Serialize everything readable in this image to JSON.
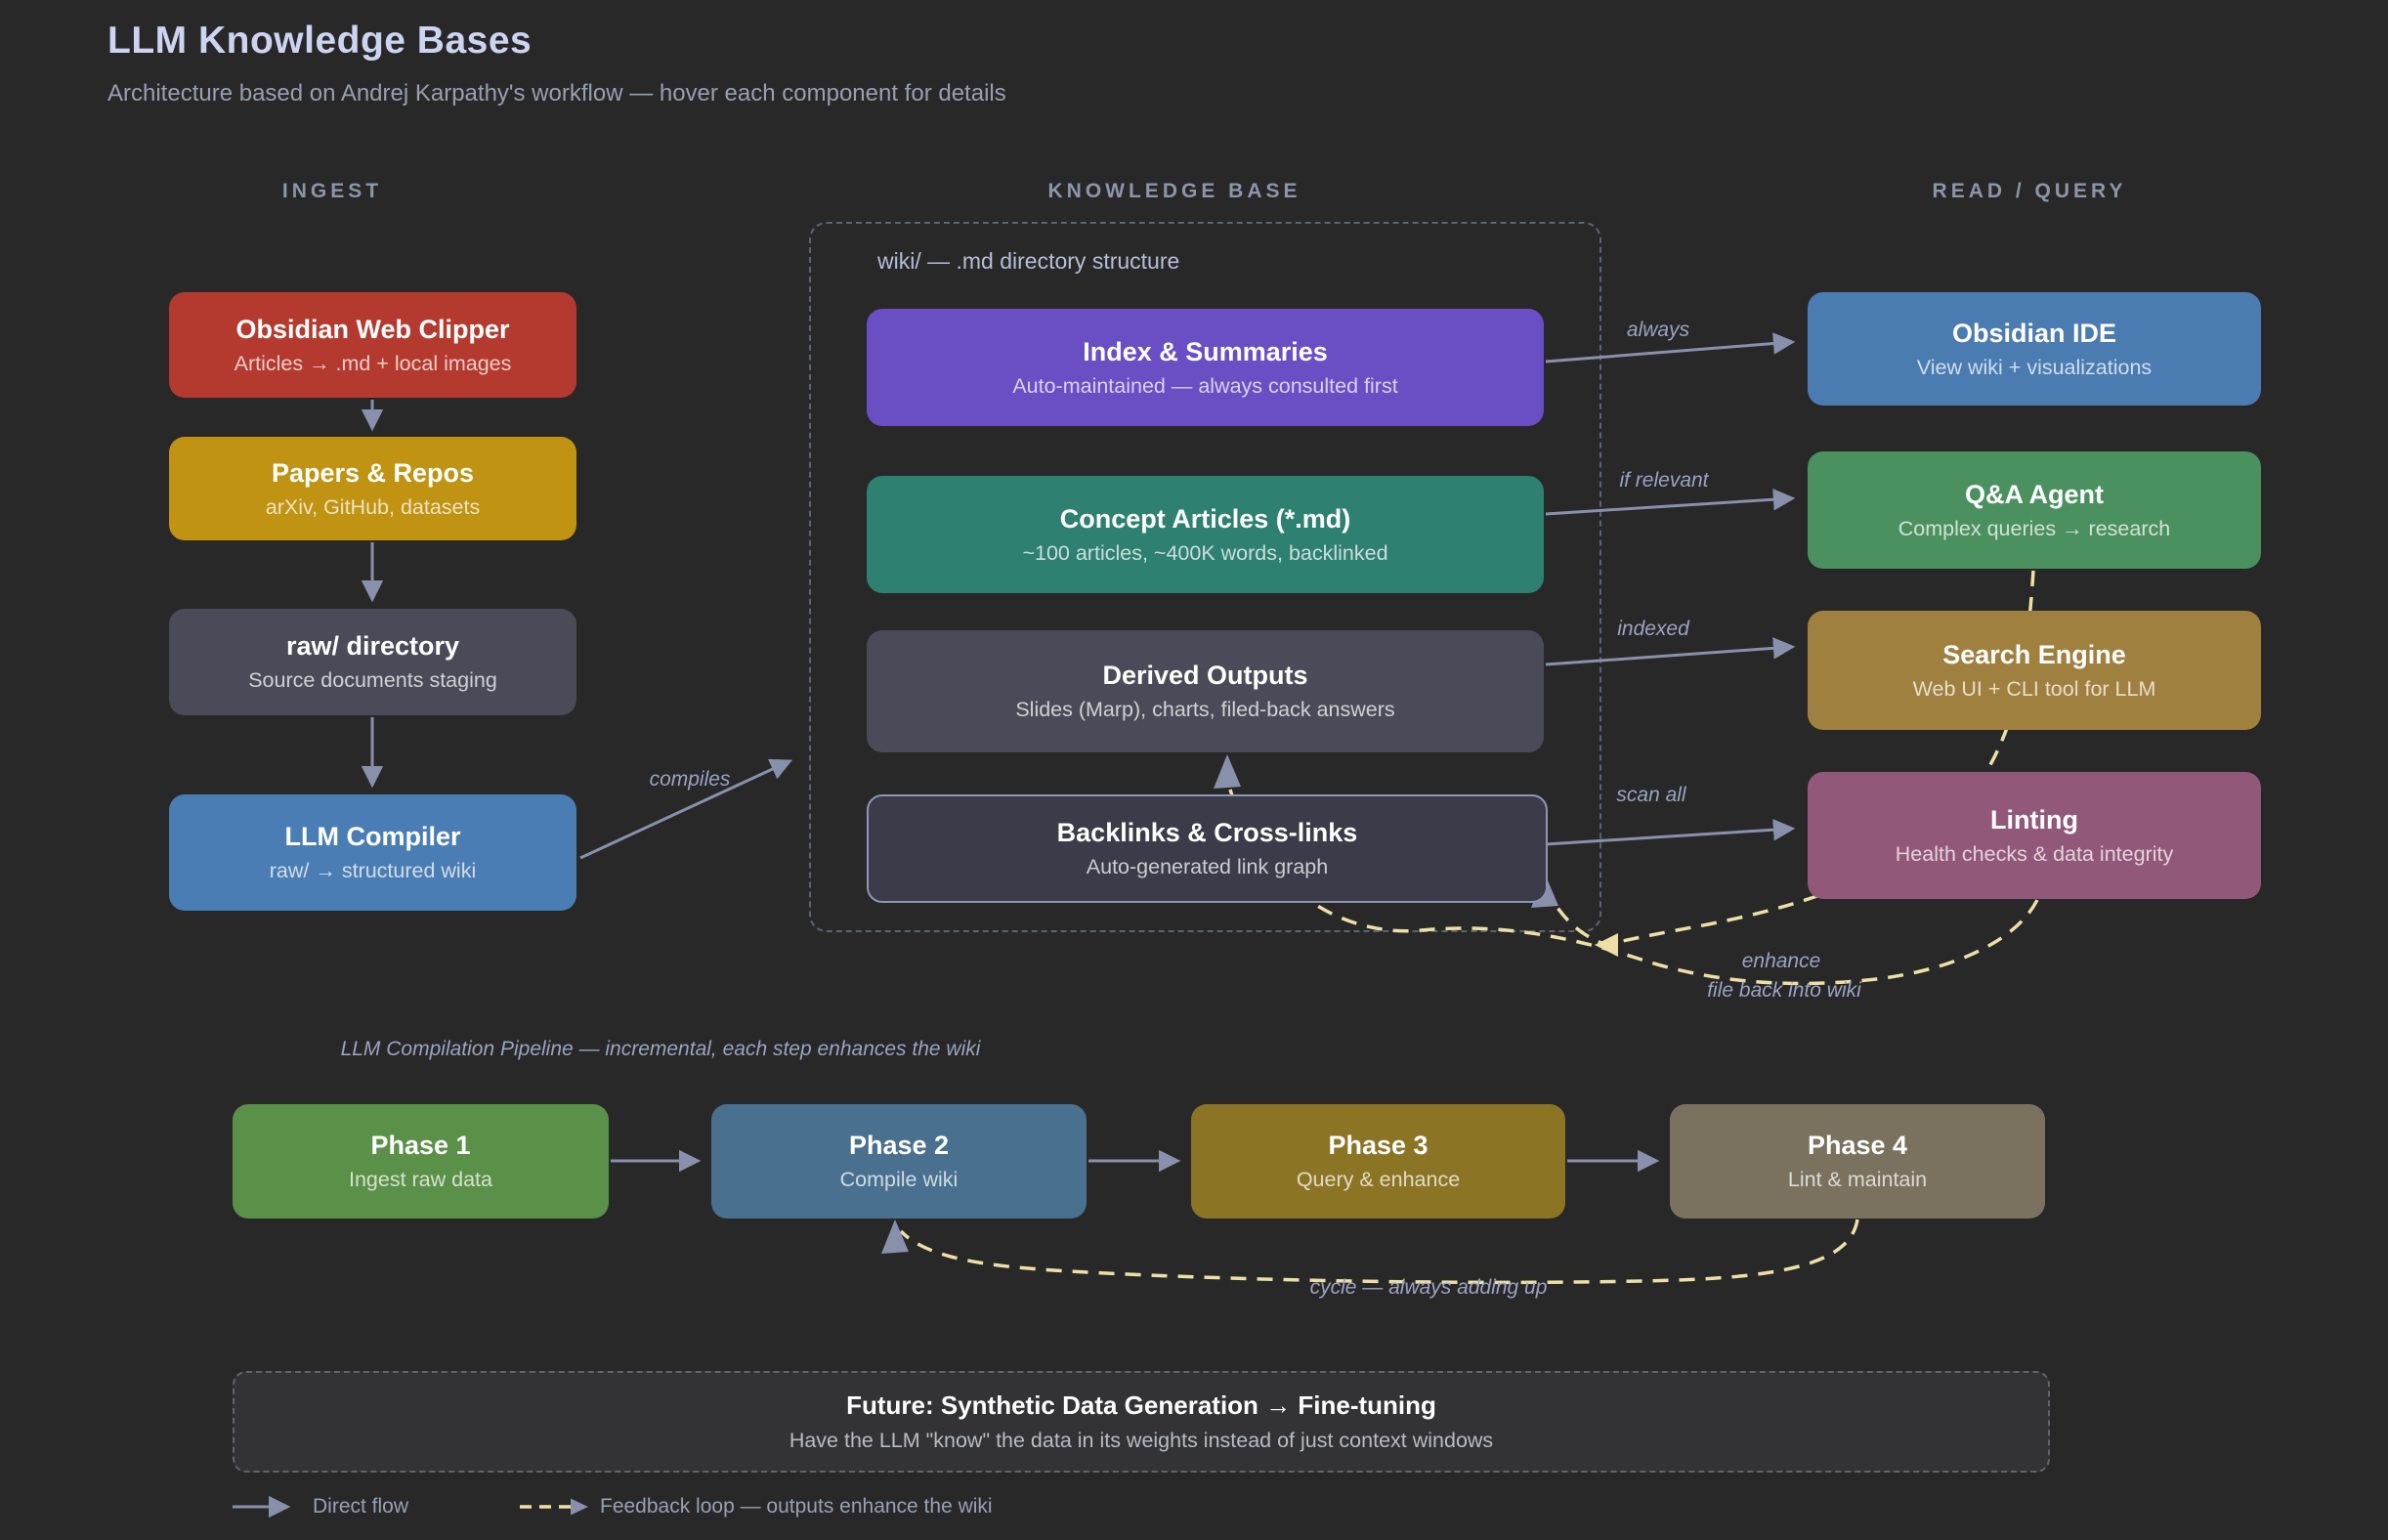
{
  "title": "LLM Knowledge Bases",
  "subtitle": "Architecture based on Andrej Karpathy's workflow — hover each component for details",
  "columns": {
    "ingest": "INGEST",
    "knowledge_base": "KNOWLEDGE BASE",
    "read_query": "READ / QUERY"
  },
  "kb_container_label": "wiki/ — .md directory structure",
  "nodes": {
    "ingest": [
      {
        "title": "Obsidian Web Clipper",
        "subtitle": "Articles → .md + local images",
        "color": "#b43a2f"
      },
      {
        "title": "Papers & Repos",
        "subtitle": "arXiv, GitHub, datasets",
        "color": "#c19312"
      },
      {
        "title": "raw/ directory",
        "subtitle": "Source documents staging",
        "color": "#4b4a59"
      },
      {
        "title": "LLM Compiler",
        "subtitle": "raw/ → structured wiki",
        "color": "#4a7db3"
      }
    ],
    "knowledge_base": [
      {
        "title": "Index & Summaries",
        "subtitle": "Auto-maintained — always consulted first",
        "color": "#6a4ec4"
      },
      {
        "title": "Concept Articles (*.md)",
        "subtitle": "~100 articles, ~400K words, backlinked",
        "color": "#2e8070"
      },
      {
        "title": "Derived Outputs",
        "subtitle": "Slides (Marp), charts, filed-back answers",
        "color": "#4b4a58"
      },
      {
        "title": "Backlinks & Cross-links",
        "subtitle": "Auto-generated link graph",
        "color": "#3b3b49"
      }
    ],
    "read_query": [
      {
        "title": "Obsidian IDE",
        "subtitle": "View wiki + visualizations",
        "color": "#4a7cb2"
      },
      {
        "title": "Q&A Agent",
        "subtitle": "Complex queries → research",
        "color": "#4b9160"
      },
      {
        "title": "Search Engine",
        "subtitle": "Web UI + CLI tool for LLM",
        "color": "#a0803e"
      },
      {
        "title": "Linting",
        "subtitle": "Health checks & data integrity",
        "color": "#92587a"
      }
    ]
  },
  "edge_labels": {
    "compiles": "compiles",
    "always": "always",
    "if_relevant": "if relevant",
    "indexed": "indexed",
    "scan_all": "scan all",
    "enhance_line1": "enhance",
    "enhance_line2": "file back into wiki",
    "cycle": "cycle — always adding up"
  },
  "pipeline": {
    "label": "LLM Compilation Pipeline — incremental, each step enhances the wiki",
    "phases": [
      {
        "title": "Phase 1",
        "subtitle": "Ingest raw data",
        "color": "#5b9048"
      },
      {
        "title": "Phase 2",
        "subtitle": "Compile wiki",
        "color": "#49708f"
      },
      {
        "title": "Phase 3",
        "subtitle": "Query & enhance",
        "color": "#8b7524"
      },
      {
        "title": "Phase 4",
        "subtitle": "Lint & maintain",
        "color": "#7a725e"
      }
    ]
  },
  "future": {
    "title": "Future: Synthetic Data Generation → Fine-tuning",
    "subtitle": "Have the LLM \"know\" the data in its weights instead of just context windows"
  },
  "legend": {
    "direct": "Direct flow",
    "feedback": "Feedback loop — outputs enhance the wiki"
  },
  "colors": {
    "background": "#282828",
    "arrow": "#8890ab",
    "feedback_dash": "#eedfa6",
    "edge_label": "#9aa3c2"
  }
}
